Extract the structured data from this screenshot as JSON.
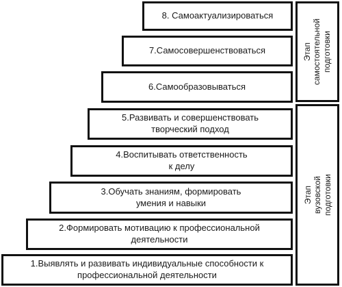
{
  "steps": [
    {
      "label": "1.Выявлять и развивать индивидуальные способности к\nпрофессиональной деятельности"
    },
    {
      "label": "2.Формировать мотивацию к профессиональной\nдеятельности"
    },
    {
      "label": "3.Обучать знаниям, формировать\nумения и навыки"
    },
    {
      "label": "4.Воспитывать ответственность\nк делу"
    },
    {
      "label": "5.Развивать и совершенствовать\nтворческий подход"
    },
    {
      "label": "6.Самообразовываться"
    },
    {
      "label": "7.Самосовершенствоваться"
    },
    {
      "label": "8. Самоактуализироваться"
    }
  ],
  "stages": {
    "independent": {
      "label": "Этап\nсамостоятельной\nподготовки"
    },
    "university": {
      "label": "Этап\nвузовской\nподготовки"
    }
  }
}
